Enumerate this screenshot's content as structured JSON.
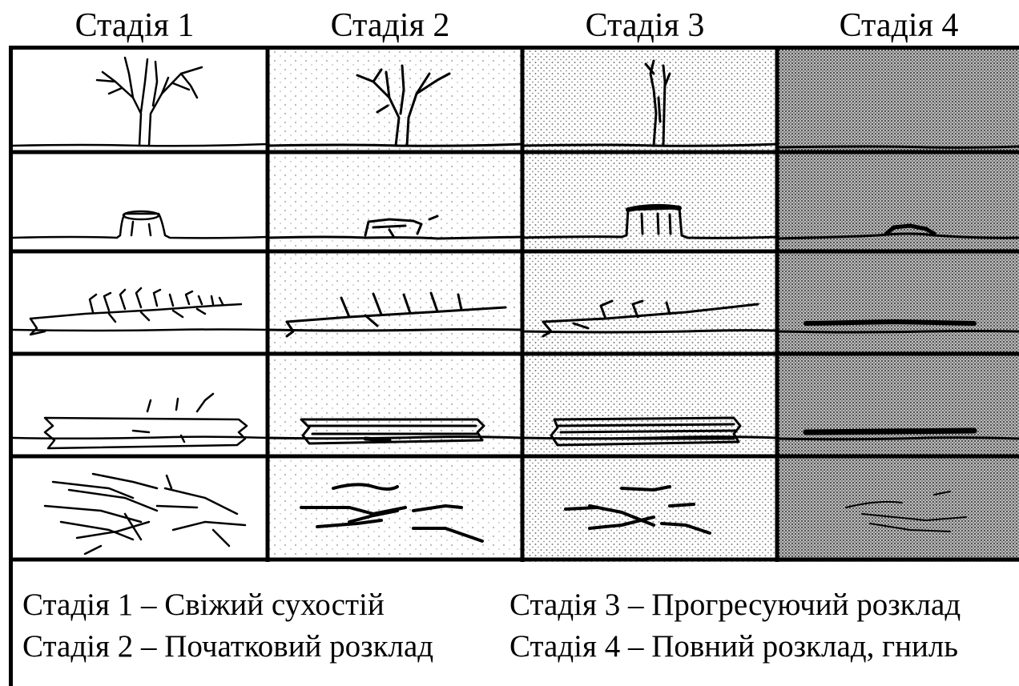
{
  "stages": [
    {
      "label": "Стадія 1"
    },
    {
      "label": "Стадія 2"
    },
    {
      "label": "Стадія 3"
    },
    {
      "label": "Стадія 4"
    }
  ],
  "legend": [
    "Стадія 1 – Свіжий сухостій",
    "Стадія 2 – Початковий розклад",
    "Стадія 3 – Прогресуючий розклад",
    "Стадія 4 – Повний розклад, гниль"
  ],
  "rows": [
    "standing-tree",
    "stump",
    "fallen-tree-with-branches",
    "log",
    "scattered-branches"
  ],
  "colors": {
    "ink": "#000000",
    "paper": "#ffffff",
    "stipple": "#7a7a7a",
    "dense_stipple": "#5a5a5a"
  }
}
